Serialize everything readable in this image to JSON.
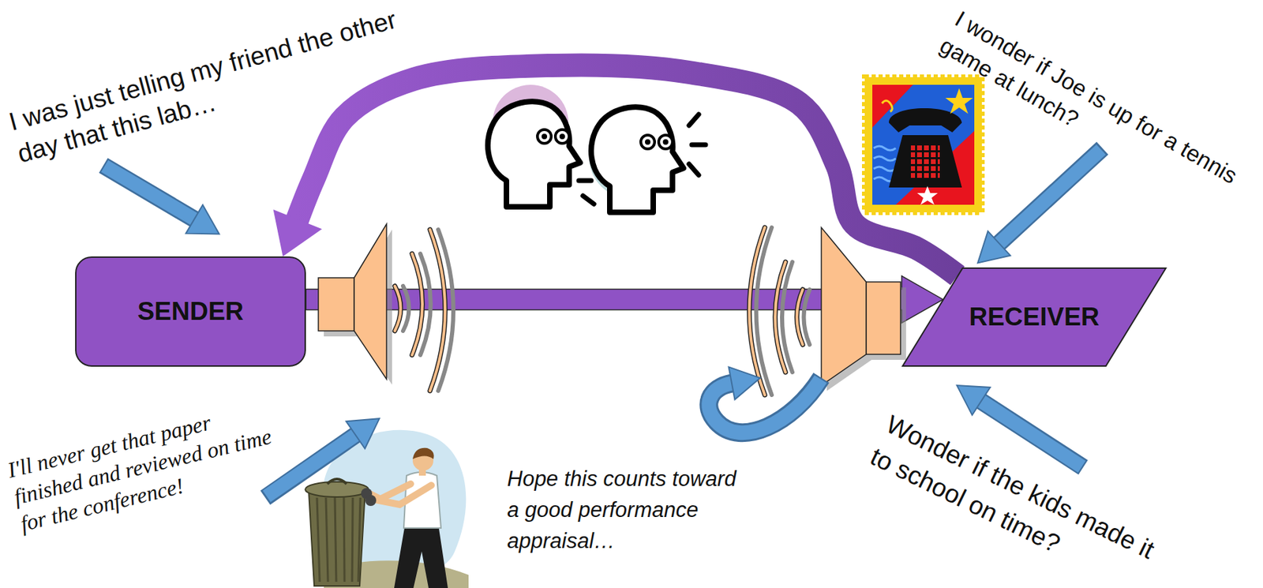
{
  "diagram": {
    "nodes": [
      {
        "text": [
          "SENDER"
        ]
      },
      {
        "text": [
          "RECEIVER"
        ]
      }
    ],
    "edges": [
      {
        "from": 0,
        "to": 1,
        "arrow": "to"
      },
      {
        "from": 1,
        "to": 0,
        "arrow": "to"
      }
    ],
    "labels": [
      "I was just telling my friend the other day that this lab…",
      "I wonder if Joe is up for a tennis game at lunch?",
      "I'll never get that paper finished and reviewed on time for the conference!",
      "Hope this counts toward a good performance appraisal…",
      "Wonder if the kids made it to school on time?"
    ]
  }
}
